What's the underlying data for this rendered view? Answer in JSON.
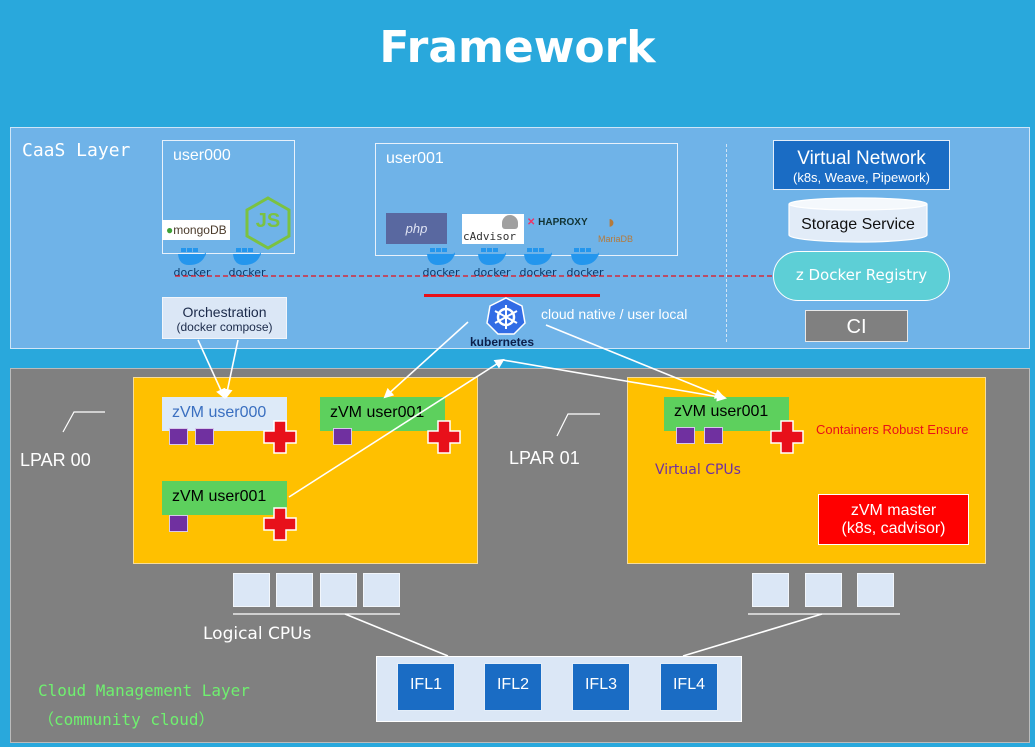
{
  "title": "Framework",
  "caas": {
    "label": "CaaS Layer",
    "user000": "user000",
    "user001": "user001",
    "mongodb": "mongoDB",
    "js": "JS",
    "php": "php",
    "cadvisor": "cAdvisor",
    "haproxy": "HAPROXY",
    "mariadb": "MariaDB",
    "docker_label": "docker",
    "orchestration": "Orchestration",
    "orchestration_sub": "(docker compose)",
    "kubernetes": "kubernetes",
    "cloud_native": "cloud native / user local",
    "virtual_network": "Virtual Network",
    "virtual_network_sub": "(k8s, Weave, Pipework)",
    "storage_service": "Storage Service",
    "docker_registry": "z Docker Registry",
    "ci": "CI"
  },
  "lpar": {
    "lpar00": "LPAR 00",
    "lpar01": "LPAR 01",
    "zvm_user000": "zVM user000",
    "zvm_user001": "zVM user001",
    "zvm_master": "zVM master",
    "zvm_master_sub": "(k8s, cadvisor)",
    "containers_robust": "Containers Robust Ensure",
    "virtual_cpus": "Virtual CPUs",
    "logical_cpus": "Logical CPUs",
    "ifl": [
      "IFL1",
      "IFL2",
      "IFL3",
      "IFL4"
    ],
    "cloud_mgmt": "Cloud Management Layer",
    "cloud_mgmt_sub": "（community cloud）"
  },
  "colors": {
    "background": "#29a8dc",
    "caas_fill": "#6fb3e8",
    "lpar_fill": "#808080",
    "panel": "#ffc000",
    "zvm_green": "#5dd05d",
    "vcpu_purple": "#7030a0",
    "cross_red": "#e8101a",
    "ifl_blue": "#1a6cc4",
    "registry_teal": "#5dcfd6",
    "mgmt_green": "#6ff06f"
  }
}
